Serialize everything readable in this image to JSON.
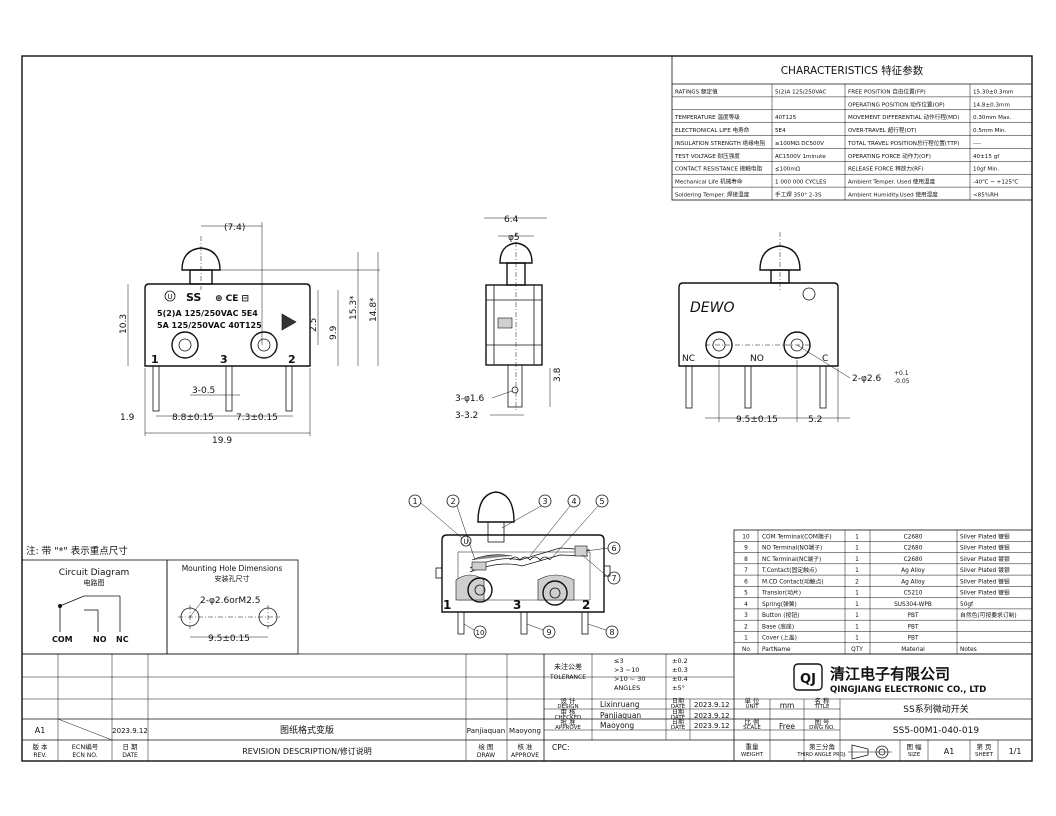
{
  "characteristics": {
    "title": "CHARACTERISTICS 特征参数",
    "rows": [
      [
        "RATINGS 额定值",
        "5(2)A 125/250VAC",
        "FREE POSITION 自由位置(FP)",
        "15.30±0.3mm"
      ],
      [
        "",
        "",
        "OPERATING POSITION 动作位置(OP)",
        "14.8±0.3mm"
      ],
      [
        "TEMPERATURE 温度等级",
        "40T125",
        "MOVEMENT DIFFERENTIAL 动作行程(MD)",
        "0.30mm Max."
      ],
      [
        "ELECTRONICAL LIFE 电寿命",
        "5E4",
        "OVER-TRAVEL 超行程(OT)",
        "0.5mm Min."
      ],
      [
        "INSULATION STRENGTH 绝缘电阻",
        "≥100MΩ DC500V",
        "TOTAL TRAVEL POSITION总行程位置(TTP)",
        "----"
      ],
      [
        "TEST VOLTAGE 耐压强度",
        "AC1500V 1minute",
        "OPERATING FORCE 动作力(OF)",
        "40±15 gf"
      ],
      [
        "CONTACT RESISTANCE 接触电阻",
        "≤100mΩ",
        "RELEASE FORCE 释放力(RF)",
        "10gf Min."
      ],
      [
        "Mechanical Life 机械寿命",
        "1 000 000 CYCLES",
        "Ambient Temper. Used 使用温度",
        "-40℃ ~ +125℃"
      ],
      [
        "Soldering Temper. 焊接温度",
        "手工焊 350° 2-3S",
        "Ambient Humidity.Used 使用湿度",
        "<85%RH"
      ]
    ]
  },
  "front_view": {
    "dims": {
      "d_7_4": "(7.4)",
      "d_10_3": "10.3",
      "d_2_5": "2.5",
      "d_9_9": "9.9",
      "d_15_3": "15.3*",
      "d_14_8": "14.8*",
      "d_3_0_5": "3-0.5",
      "d_1_9": "1.9",
      "d_8_8": "8.8±0.15",
      "d_7_3": "7.3±0.15",
      "d_19_9": "19.9"
    },
    "body_text": {
      "brand": "SS",
      "marks": "⊕ CE ⊟",
      "line1": "5(2)A 125/250VAC 5E4",
      "line2": "5A 125/250VAC 40T125"
    },
    "pins": [
      "1",
      "3",
      "2"
    ]
  },
  "side_view": {
    "dims": {
      "top": "6.4",
      "phi5": "φ5",
      "holes": "3-φ1.6",
      "h38": "3.8",
      "w32": "3-3.2"
    }
  },
  "back_view": {
    "brand": "DEWO",
    "pins": [
      "NC",
      "NO",
      "C"
    ],
    "hole_dim": "2-φ2.6",
    "hole_tol_top": "+0.1",
    "hole_tol_bot": "-0.05",
    "d_9_5": "9.5±0.15",
    "d_5_2": "5.2"
  },
  "note": "注: 带 \"*\" 表示重点尺寸",
  "circuit": {
    "title": "Circuit Diagram",
    "subtitle": "电路图",
    "labels": [
      "COM",
      "NO",
      "NC"
    ]
  },
  "mounting": {
    "title": "Mounting Hole Dimensions",
    "subtitle": "安装孔尺寸",
    "holes": "2-φ2.6orM2.5",
    "pitch": "9.5±0.15"
  },
  "exploded": {
    "callouts": [
      "1",
      "2",
      "3",
      "4",
      "5",
      "6",
      "7",
      "8",
      "9",
      "10"
    ],
    "pins": [
      "1",
      "3",
      "2"
    ]
  },
  "parts": {
    "rows": [
      [
        "10",
        "COM Terminal(COM端子)",
        "1",
        "C2680",
        "Silver Plated 镀银"
      ],
      [
        "9",
        "NO Terminal(NO端子)",
        "1",
        "C2680",
        "Silver Plated 镀银"
      ],
      [
        "8",
        "NC Terminal(NC端子)",
        "1",
        "C2680",
        "Silver Plated 镀银"
      ],
      [
        "7",
        "T.Contact(固定触点)",
        "1",
        "Ag Alloy",
        "Silver Plated 镀银"
      ],
      [
        "6",
        "M.CD Contact(动触点)",
        "2",
        "Ag Alloy",
        "Silver Plated 镀银"
      ],
      [
        "5",
        "Translor(动片)",
        "1",
        "C5210",
        "Silver Plated 镀银"
      ],
      [
        "4",
        "Spring(弹簧)",
        "1",
        "SUS304-WPB",
        "50gf"
      ],
      [
        "3",
        "Button (按钮)",
        "1",
        "PBT",
        "自然色(可按要求订制)"
      ],
      [
        "2",
        "Base (底座)",
        "1",
        "PBT",
        ""
      ],
      [
        "1",
        "Cover (上盖)",
        "1",
        "PBT",
        ""
      ]
    ],
    "header": [
      "No",
      "PartName",
      "QTY",
      "Material",
      "Notes"
    ]
  },
  "title_block": {
    "tolerance_label": "未注公差",
    "tolerance_label_en": "TOLERANCE",
    "tolerances": [
      [
        "≤3",
        "±0.2"
      ],
      [
        ">3 ~10",
        "±0.3"
      ],
      [
        ">10 ~ 30",
        "±0.4"
      ],
      [
        "ANGLES",
        "±5°"
      ]
    ],
    "company_cn": "清江电子有限公司",
    "company_en": "QINGJIANG ELECTRONIC CO., LTD",
    "design_label": "设 计",
    "design_en": "DESIGN",
    "designer": "Lixinruang",
    "design_date_label": "日期",
    "design_date_en": "DATE",
    "design_date": "2023.9.12",
    "checked_label": "审 核",
    "checked_en": "CHECKED",
    "checker": "Panjiaquan",
    "checked_date": "2023.9.12",
    "approve_label": "批 准",
    "approve_en": "APPROVE",
    "approver": "Maoyong",
    "approve_date": "2023.9.12",
    "cpc": "CPC:",
    "unit_label": "单 位",
    "unit_en": "UNIT",
    "unit": "mm",
    "title_label": "名 称",
    "title_en": "TITLE",
    "title": "SS系列微动开关",
    "scale_label": "比 例",
    "scale_en": "SCALE",
    "scale": "Free",
    "dwg_label": "图 号",
    "dwg_en": "DWG NO.",
    "dwg_no": "SS5-00M1-040-019",
    "weight_label": "重量",
    "weight_en": "WEIGHT",
    "proj_label": "第三分角",
    "proj_en": "THIRD ANGLE PROJ.",
    "size_label": "图 幅",
    "size_en": "SIZE",
    "size": "A1",
    "sheet_label": "第 页",
    "sheet_en": "SHEET",
    "sheet": "1/1"
  },
  "revision": {
    "rev": "A1",
    "date": "2023.9.12",
    "desc": "图纸格式变版",
    "by": "Panjiaquan",
    "checked": "Maoyong",
    "h_rev": "版 本",
    "h_rev_en": "REV.",
    "h_ecn": "ECN编号",
    "h_ecn_en": "ECN NO.",
    "h_date": "日 期",
    "h_date_en": "DATE",
    "h_desc": "REVISION DESCRIPTION/修订说明",
    "h_draw": "绘 图",
    "h_draw_en": "DRAW",
    "h_appr": "核 准",
    "h_appr_en": "APPROVE"
  }
}
